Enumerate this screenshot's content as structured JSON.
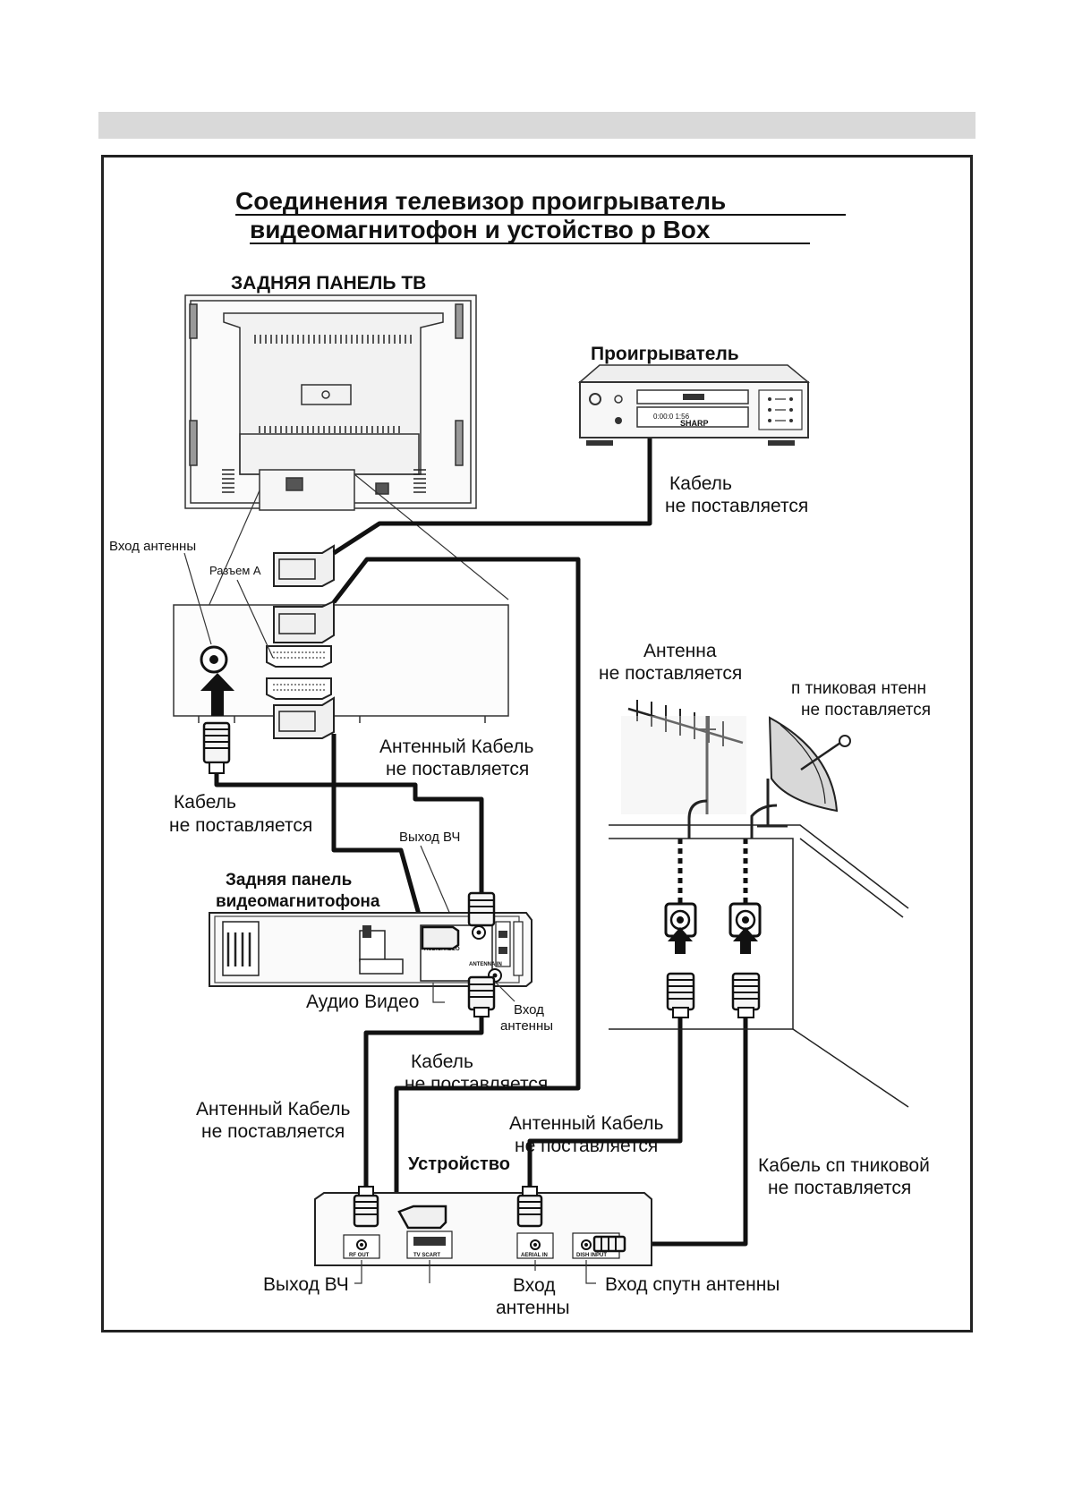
{
  "title": {
    "line1": "Соединения   телевизор  проигрыватель",
    "line2": "видеомагнитофон и устойство            р Box"
  },
  "tv": {
    "label": "ЗАДНЯЯ ПАНЕЛЬ ТВ",
    "antenna_in": "Вход  антенны",
    "connector_a": "Разъем А"
  },
  "player": {
    "label": "Проигрыватель",
    "display": "0:00:0  1:56",
    "brand": "SHARP",
    "cable_line1": "Кабель",
    "cable_line2": "не поставляется"
  },
  "antenna": {
    "line1": "Антенна",
    "line2": "не поставляется"
  },
  "dish": {
    "line1": "п  тниковая   нтенн",
    "line2": "не поставляется"
  },
  "antenna_cable_1": {
    "line1": "Антенный Кабель",
    "line2": "не поставляется"
  },
  "cable_left": {
    "line1": "Кабель",
    "line2": "не поставляется"
  },
  "vcr": {
    "rf_out": "Выход ВЧ",
    "label_line1": "Задняя панель",
    "label_line2": "видеомагнитофона",
    "audio_video": "Аудио Видео",
    "antenna_in_line1": "Вход",
    "antenna_in_line2": "антенны",
    "port_audio_video": "AUDIO/VIDEO",
    "port_antenna": "ANTENNA IN"
  },
  "cable_middle": {
    "line1": "Кабель",
    "line2": "не поставляется"
  },
  "antenna_cable_2": {
    "line1": "Антенный Кабель",
    "line2": "не поставляется"
  },
  "antenna_cable_3": {
    "line1": "Антенный Кабель",
    "line2": "не поставляется"
  },
  "device": {
    "label": "Устройство",
    "port_rf_out": "RF OUT",
    "port_tv_scart": "TV SCART",
    "port_aerial_in": "AERIAL IN",
    "port_dish_input": "DISH INPUT",
    "rf_out_label": "Выход ВЧ",
    "antenna_in_line1": "Вход",
    "antenna_in_line2": "антенны",
    "sat_in_label": "Вход  спутн антенны"
  },
  "dish_cable": {
    "line1": "Кабель сп  тниковой",
    "line2": "не поставляется"
  }
}
